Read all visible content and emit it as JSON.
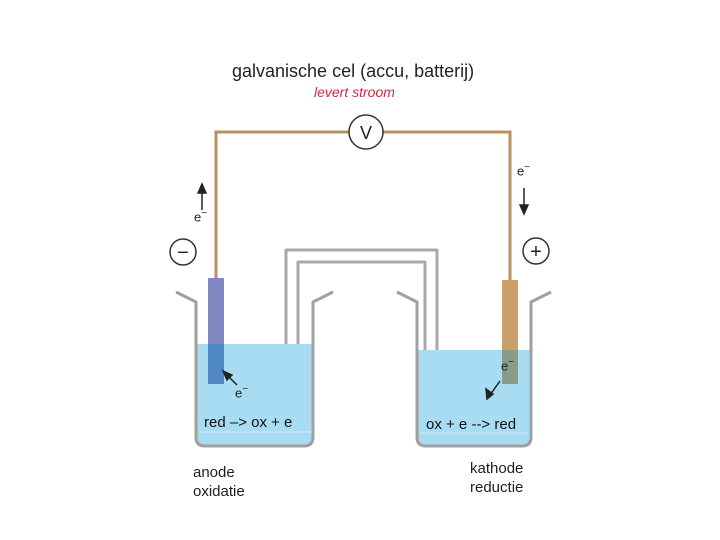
{
  "title": "galvanische cel  (accu, batterij)",
  "subtitle": "levert stroom",
  "voltmeter_label": "V",
  "electron_label": "e",
  "electron_charge": "−",
  "anode": {
    "sign": "−",
    "equation": "red  –> ox + e",
    "name": "anode",
    "process": "oxidatie"
  },
  "cathode": {
    "sign": "+",
    "equation": "ox + e --> red",
    "name": "kathode",
    "process": "reductie"
  },
  "colors": {
    "wire": "#b8925e",
    "anode_electrode": "#8088c4",
    "cathode_electrode": "#c9a06a",
    "solution": "#a8dcf2",
    "beaker": "#a0a0a0",
    "salt_bridge": "#a8a8a8",
    "subtitle": "#c0304a"
  }
}
